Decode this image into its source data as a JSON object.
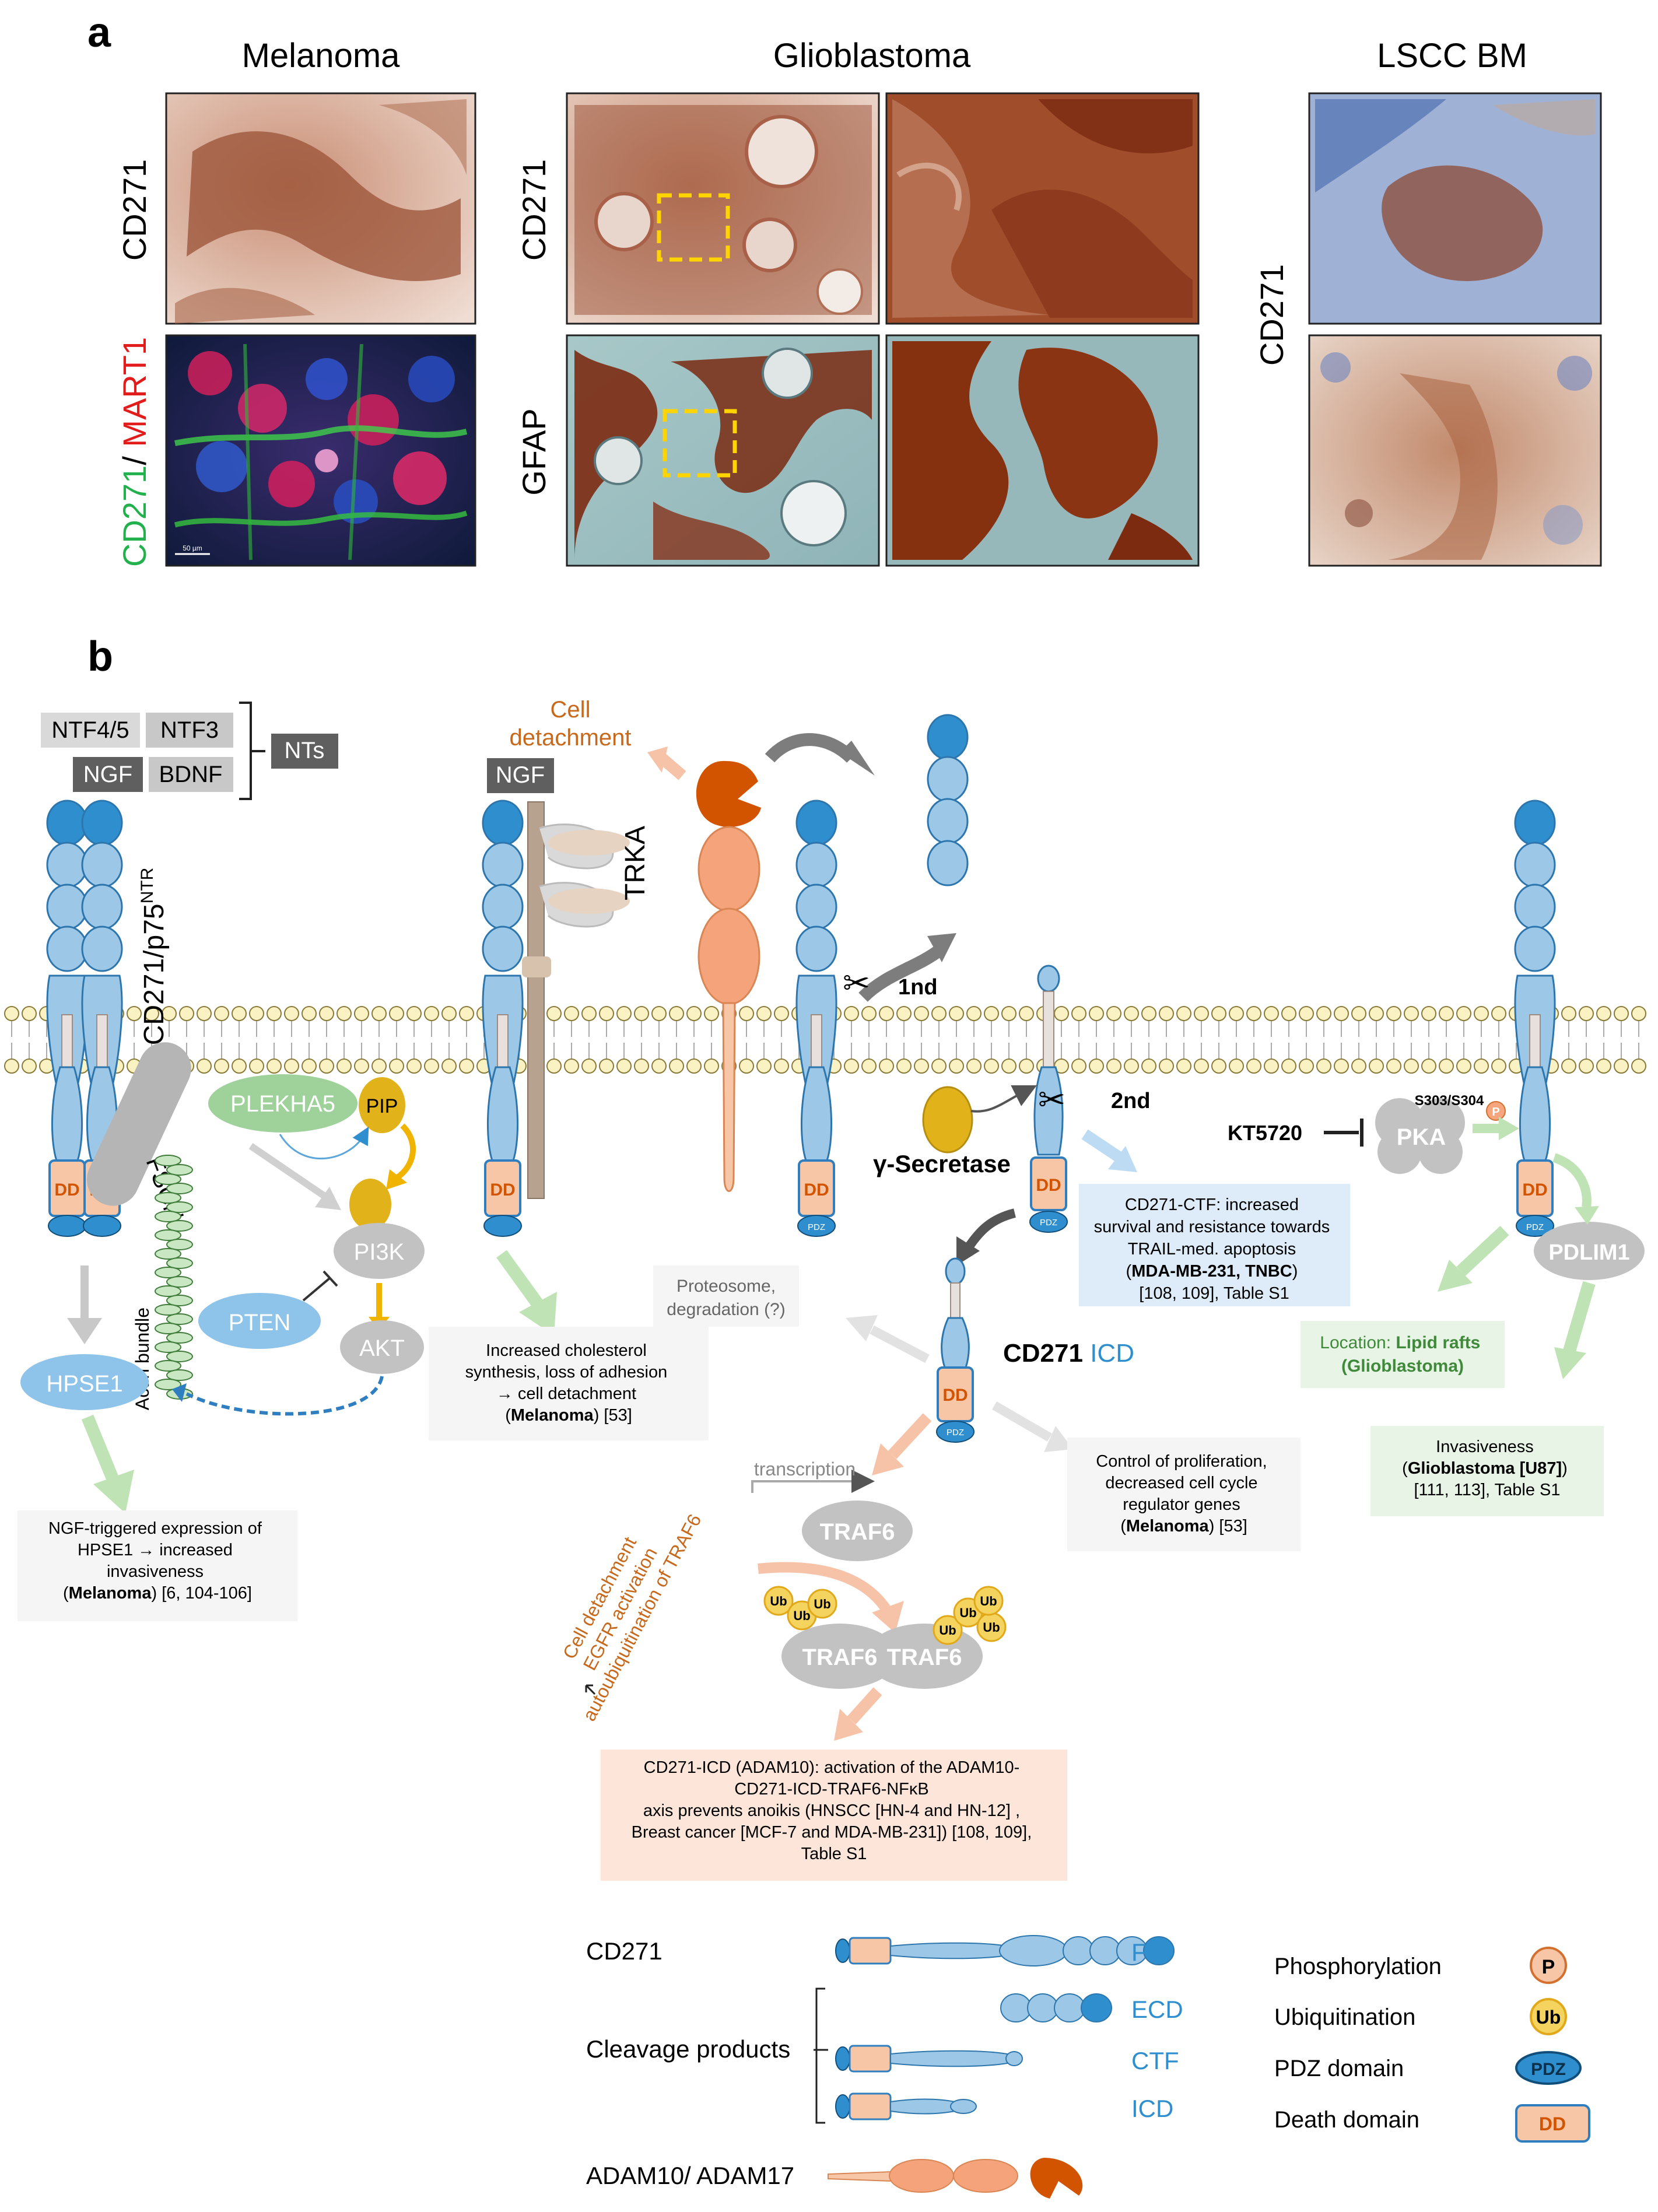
{
  "panel_a": {
    "letter": "a",
    "col_melanoma": "Melanoma",
    "col_glioblastoma": "Glioblastoma",
    "col_lscc": "LSCC BM",
    "row_cd271": "CD271",
    "row_cd271_2": "CD271",
    "row_cd271_3": "CD271",
    "row_cd271_green": "CD271",
    "row_slash": "/ ",
    "row_mart1": "MART1",
    "row_gfap": "GFAP",
    "scale_text": "50 µm"
  },
  "panel_b": {
    "letter": "b",
    "ligands": {
      "ntf45": "NTF4/5",
      "ntf3": "NTF3",
      "ngf": "NGF",
      "bdnf": "BDNF",
      "nts": "NTs",
      "ngf2": "NGF"
    },
    "receptor_label": "CD271/p75",
    "receptor_sup": "NTR",
    "trka": "TRKA",
    "cell_detachment_1": "Cell",
    "cell_detachment_2": "detachment",
    "cut_1st": "1nd",
    "cut_2nd": "2nd",
    "gamma_secretase": "γ-Secretase",
    "plekha5": "PLEKHA5",
    "pip": "PIP",
    "pi3k": "PI3K",
    "pten": "PTEN",
    "akt": "AKT",
    "fscn1": "FSCN1",
    "actin_bundle": "Actin bundle",
    "hpse1": "HPSE1",
    "dd": "DD",
    "pdz": "PDZ",
    "kt5720": "KT5720",
    "pka": "PKA",
    "s303": "S303/S304",
    "p": "P",
    "pdlim1": "PDLIM1",
    "traf6": "TRAF6",
    "ub": "Ub",
    "transcription": "transcription",
    "icd_label_a": "CD271",
    "icd_label_b": " ICD",
    "proteosome_1": "Proteosome,",
    "proteosome_2": "degradation (?)",
    "orange_rot_1": "Cell detachment",
    "orange_rot_2": "EGFR activation",
    "orange_rot_3": "autoubiquitination of TRAF6",
    "box_hpse1": [
      "NGF-triggered expression of",
      "HPSE1 → increased",
      "invasiveness"
    ],
    "box_hpse1_bold": "Melanoma",
    "box_hpse1_ref": "[6, 104-106]",
    "box_chol": [
      "Increased cholesterol",
      "synthesis, loss of adhesion",
      "→ cell detachment"
    ],
    "box_chol_bold": "Melanoma",
    "box_chol_ref": "[53]",
    "box_ctf": [
      "CD271-CTF:  increased",
      "survival and resistance towards",
      "TRAIL-med. apoptosis"
    ],
    "box_ctf_bold": "MDA-MB-231, TNBC",
    "box_ctf_ref": "[108, 109], Table S1",
    "box_prolif": [
      "Control of proliferation,",
      "decreased cell cycle",
      "regulator genes"
    ],
    "box_prolif_bold": "Melanoma",
    "box_prolif_ref": "[53]",
    "box_lipid_1": "Location: ",
    "box_lipid_1b": "Lipid rafts",
    "box_lipid_2": "(Glioblastoma)",
    "box_inv_1": "Invasiveness",
    "box_inv_bold": "Glioblastoma [U87]",
    "box_inv_ref": "[111, 113], Table S1",
    "box_adam": [
      "CD271-ICD (ADAM10): activation of the ADAM10-",
      "CD271-ICD-TRAF6-NFκB",
      "axis prevents anoikis (HNSCC [HN-4 and HN-12] ,",
      "Breast cancer [MCF-7 and MDA-MB-231]) [108, 109],",
      "Table S1"
    ]
  },
  "legend": {
    "cd271": "CD271",
    "fl": "FL",
    "ecd": "ECD",
    "ctf": "CTF",
    "icd": "ICD",
    "cleavage": "Cleavage products",
    "adam": "ADAM10/ ADAM17",
    "phospho": "Phosphorylation",
    "ubiq": "Ubiquitination",
    "pdz": "PDZ domain",
    "death": "Death domain",
    "p": "P",
    "ub": "Ub",
    "pdz_sym": "PDZ",
    "dd_sym": "DD"
  },
  "colors": {
    "blue_light": "#9cc7e6",
    "blue_dark": "#2f8fce",
    "dd_fill": "#f6c6a6",
    "orange_dark": "#d35400",
    "orange_mid": "#f4a37a",
    "gold": "#e1b21a",
    "green_light": "#9fd19a",
    "grey": "#bdbdbd",
    "ihc_brown": "#7a2e16",
    "ihc_blue": "#4870b0"
  }
}
